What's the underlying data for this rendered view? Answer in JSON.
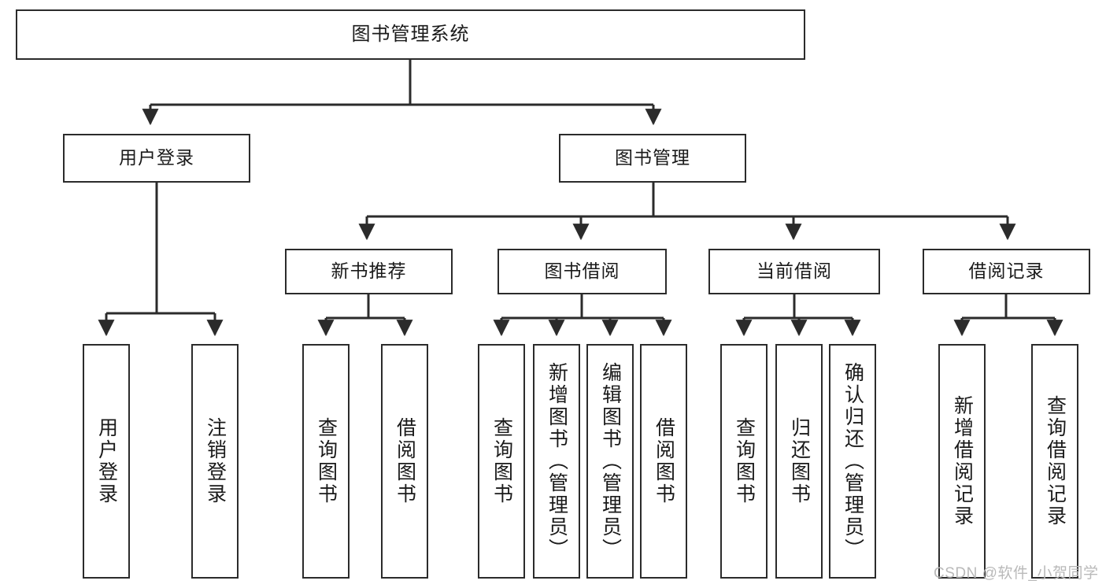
{
  "diagram": {
    "title": "图书管理系统",
    "watermark": "CSDN @软件_小贺同学",
    "colors": {
      "background": "#ffffff",
      "box_border": "#2b2b2b",
      "box_fill": "#ffffff",
      "text": "#1a1a1a",
      "edge": "#2b2b2b",
      "watermark": "#b9b9b9"
    },
    "levels": {
      "root": {
        "label": "图书管理系统"
      },
      "level1": [
        {
          "id": "user-login",
          "label": "用户登录"
        },
        {
          "id": "book-management",
          "label": "图书管理"
        }
      ],
      "level2": [
        {
          "id": "new-book-recommend",
          "label": "新书推荐"
        },
        {
          "id": "book-borrow",
          "label": "图书借阅"
        },
        {
          "id": "current-borrow",
          "label": "当前借阅"
        },
        {
          "id": "borrow-record",
          "label": "借阅记录"
        }
      ],
      "leaves": {
        "user-login": [
          {
            "id": "leaf-user-login",
            "label": "用户登录"
          },
          {
            "id": "leaf-logout-login",
            "label": "注销登录"
          }
        ],
        "new-book-recommend": [
          {
            "id": "leaf-query-book-1",
            "label": "查询图书"
          },
          {
            "id": "leaf-borrow-book-1",
            "label": "借阅图书"
          }
        ],
        "book-borrow": [
          {
            "id": "leaf-query-book-2",
            "label": "查询图书"
          },
          {
            "id": "leaf-add-book",
            "label": "新增图书（管理员）"
          },
          {
            "id": "leaf-edit-book",
            "label": "编辑图书（管理员）"
          },
          {
            "id": "leaf-borrow-book-2",
            "label": "借阅图书"
          }
        ],
        "current-borrow": [
          {
            "id": "leaf-query-book-3",
            "label": "查询图书"
          },
          {
            "id": "leaf-return-book",
            "label": "归还图书"
          },
          {
            "id": "leaf-confirm-return",
            "label": "确认归还（管理员）"
          }
        ],
        "borrow-record": [
          {
            "id": "leaf-add-record",
            "label": "新增借阅记录"
          },
          {
            "id": "leaf-query-record",
            "label": "查询借阅记录"
          }
        ]
      }
    }
  }
}
